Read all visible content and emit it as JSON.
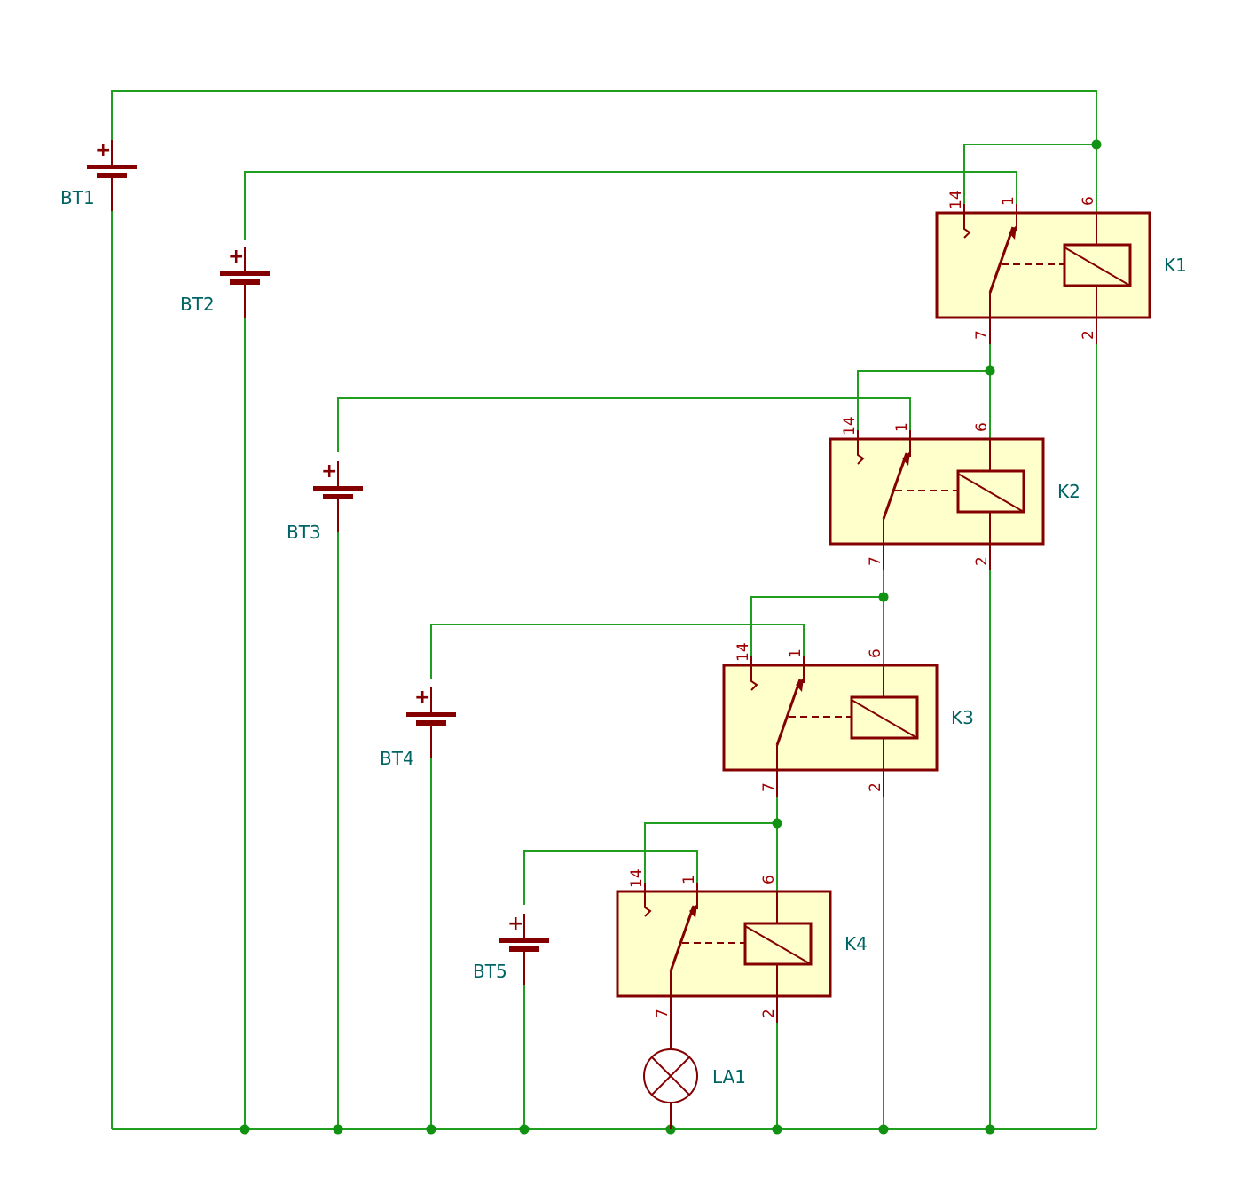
{
  "colors": {
    "wire": "#1f9e1f",
    "junction": "#129212",
    "symbol": "#840000",
    "body_fill": "#ffffcc",
    "label": "#006464",
    "pin_number": "#a00000"
  },
  "batteries": [
    {
      "ref": "BT1",
      "polarity": "+"
    },
    {
      "ref": "BT2",
      "polarity": "+"
    },
    {
      "ref": "BT3",
      "polarity": "+"
    },
    {
      "ref": "BT4",
      "polarity": "+"
    },
    {
      "ref": "BT5",
      "polarity": "+"
    }
  ],
  "relays": [
    {
      "ref": "K1",
      "pins": {
        "nc": "14",
        "com": "1",
        "coil_a": "6",
        "no": "7",
        "coil_b": "2"
      }
    },
    {
      "ref": "K2",
      "pins": {
        "nc": "14",
        "com": "1",
        "coil_a": "6",
        "no": "7",
        "coil_b": "2"
      }
    },
    {
      "ref": "K3",
      "pins": {
        "nc": "14",
        "com": "1",
        "coil_a": "6",
        "no": "7",
        "coil_b": "2"
      }
    },
    {
      "ref": "K4",
      "pins": {
        "nc": "14",
        "com": "1",
        "coil_a": "6",
        "no": "7",
        "coil_b": "2"
      }
    }
  ],
  "lamp": {
    "ref": "LA1",
    "icon": "lamp-icon"
  }
}
